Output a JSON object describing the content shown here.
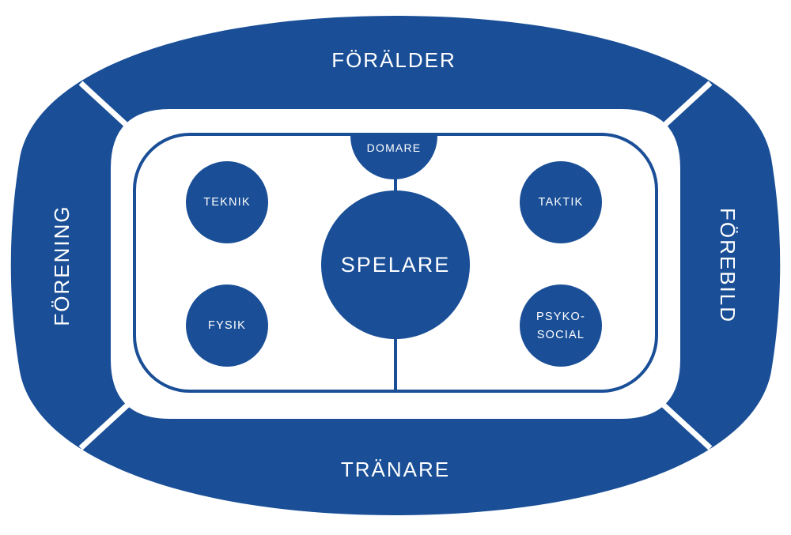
{
  "colors": {
    "primary": "#1a4f97",
    "background": "#ffffff"
  },
  "ring": {
    "top": "FÖRÄLDER",
    "bottom": "TRÄNARE",
    "left": "FÖRENING",
    "right": "FÖREBILD"
  },
  "rink": {
    "referee": "DOMARE",
    "center": "SPELARE",
    "top_left": "TEKNIK",
    "top_right": "TAKTIK",
    "bottom_left": "FYSIK",
    "bottom_right_line1": "PSYKO-",
    "bottom_right_line2": "SOCIAL"
  }
}
